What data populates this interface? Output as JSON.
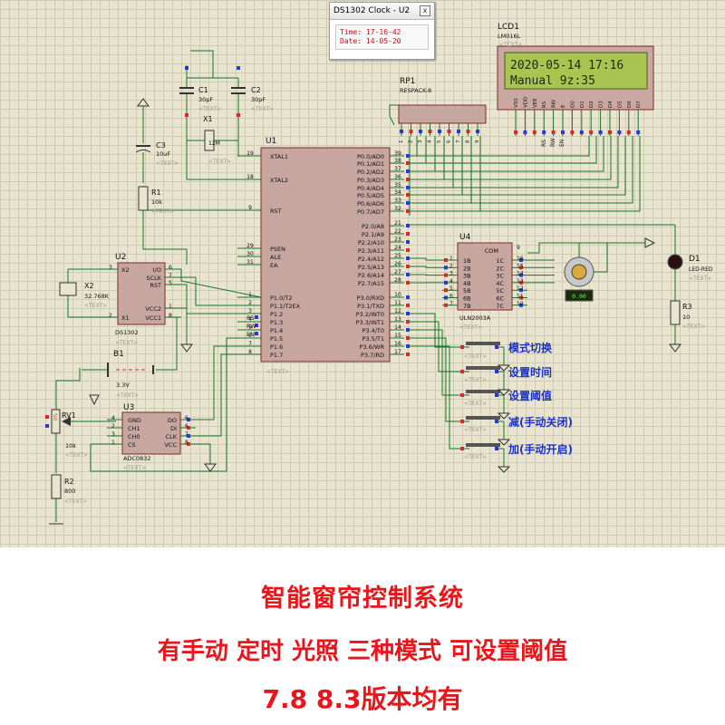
{
  "clock_window": {
    "title": "DS1302 Clock - U2",
    "close": "x",
    "rows": [
      {
        "label": "Time:",
        "value": "17-16-42"
      },
      {
        "label": "Date:",
        "value": "14-05-20"
      }
    ]
  },
  "lcd": {
    "ref": "LCD1",
    "model": "LM016L",
    "text_tag": "<TEXT>",
    "line1": "2020-05-14 17:16",
    "line2": "Manual     9z:35",
    "pins_top": [
      "VSS",
      "VDD",
      "VEE",
      "RS",
      "RW",
      "E",
      "D0",
      "D1",
      "D2",
      "D3",
      "D4",
      "D5",
      "D6",
      "D7"
    ],
    "pins_bottom": [
      "RS",
      "RW",
      "EN"
    ]
  },
  "resistor_pack": {
    "ref": "RP1",
    "model": "RESPACK-8",
    "pins": [
      "1",
      "2",
      "3",
      "4",
      "5",
      "6",
      "7",
      "8",
      "9"
    ]
  },
  "mcu": {
    "ref": "U1",
    "left_pins": [
      {
        "num": "19",
        "name": "XTAL1"
      },
      {
        "num": "18",
        "name": "XTAL2"
      },
      {
        "num": "9",
        "name": "RST"
      },
      {
        "num": "29",
        "name": "PSEN"
      },
      {
        "num": "30",
        "name": "ALE"
      },
      {
        "num": "31",
        "name": "EA"
      },
      {
        "num": "1",
        "name": "P1.0/T2"
      },
      {
        "num": "2",
        "name": "P1.1/T2EX"
      },
      {
        "num": "3",
        "name": "P1.2"
      },
      {
        "num": "4",
        "name": "P1.3"
      },
      {
        "num": "5",
        "name": "P1.4"
      },
      {
        "num": "6",
        "name": "P1.5"
      },
      {
        "num": "7",
        "name": "P1.6"
      },
      {
        "num": "8",
        "name": "P1.7"
      }
    ],
    "right_pins": [
      {
        "num": "39",
        "name": "P0.0/AD0"
      },
      {
        "num": "38",
        "name": "P0.1/AD1"
      },
      {
        "num": "37",
        "name": "P0.2/AD2"
      },
      {
        "num": "36",
        "name": "P0.3/AD3"
      },
      {
        "num": "35",
        "name": "P0.4/AD4"
      },
      {
        "num": "34",
        "name": "P0.5/AD5"
      },
      {
        "num": "33",
        "name": "P0.6/AD6"
      },
      {
        "num": "32",
        "name": "P0.7/AD7"
      },
      {
        "num": "21",
        "name": "P2.0/A8"
      },
      {
        "num": "22",
        "name": "P2.1/A9"
      },
      {
        "num": "23",
        "name": "P2.2/A10"
      },
      {
        "num": "24",
        "name": "P2.3/A11"
      },
      {
        "num": "25",
        "name": "P2.4/A12"
      },
      {
        "num": "26",
        "name": "P2.5/A13"
      },
      {
        "num": "27",
        "name": "P2.6/A14"
      },
      {
        "num": "28",
        "name": "P2.7/A15"
      },
      {
        "num": "10",
        "name": "P3.0/RXD"
      },
      {
        "num": "11",
        "name": "P3.1/TXD"
      },
      {
        "num": "12",
        "name": "P3.2/INT0"
      },
      {
        "num": "13",
        "name": "P3.3/INT1"
      },
      {
        "num": "14",
        "name": "P3.4/T0"
      },
      {
        "num": "15",
        "name": "P3.5/T1"
      },
      {
        "num": "16",
        "name": "P3.6/WR"
      },
      {
        "num": "17",
        "name": "P3.7/RD"
      }
    ],
    "net_labels": [
      "RS",
      "RW",
      "EN"
    ]
  },
  "driver": {
    "ref": "U4",
    "model": "ULN2003A",
    "com_label": "COM",
    "com_pin": "9",
    "inputs": [
      {
        "num": "1",
        "name": "1B"
      },
      {
        "num": "2",
        "name": "2B"
      },
      {
        "num": "3",
        "name": "3B"
      },
      {
        "num": "4",
        "name": "4B"
      },
      {
        "num": "5",
        "name": "5B"
      },
      {
        "num": "6",
        "name": "6B"
      },
      {
        "num": "7",
        "name": "7B"
      }
    ],
    "outputs": [
      {
        "num": "16",
        "name": "1C"
      },
      {
        "num": "15",
        "name": "2C"
      },
      {
        "num": "14",
        "name": "3C"
      },
      {
        "num": "13",
        "name": "4C"
      },
      {
        "num": "12",
        "name": "5C"
      },
      {
        "num": "11",
        "name": "6C"
      },
      {
        "num": "10",
        "name": "7C"
      }
    ]
  },
  "motor_readout": "0.00",
  "rtc": {
    "ref": "U2",
    "model": "DS1302",
    "left_pins": [
      {
        "num": "3",
        "name": "X2"
      },
      {
        "num": "2",
        "name": "X1"
      }
    ],
    "right_pins": [
      {
        "num": "6",
        "name": "I/O"
      },
      {
        "num": "7",
        "name": "SCLK"
      },
      {
        "num": "5",
        "name": "RST"
      },
      {
        "num": "1",
        "name": "VCC2"
      },
      {
        "num": "8",
        "name": "VCC1"
      }
    ]
  },
  "adc": {
    "ref": "U3",
    "model": "ADC0832",
    "left_pins": [
      {
        "num": "4",
        "name": "GND"
      },
      {
        "num": "2",
        "name": "CH1"
      },
      {
        "num": "3",
        "name": "CH0"
      },
      {
        "num": "1",
        "name": "CS"
      }
    ],
    "right_pins": [
      {
        "num": "6",
        "name": "DO"
      },
      {
        "num": "6",
        "name": "DI"
      },
      {
        "num": "7",
        "name": "CLK"
      },
      {
        "num": "8",
        "name": "VCC"
      }
    ]
  },
  "parts": {
    "c1": {
      "ref": "C1",
      "value": "30pF"
    },
    "c2": {
      "ref": "C2",
      "value": "30pF"
    },
    "x1": {
      "ref": "X1",
      "value": "12M"
    },
    "c3": {
      "ref": "C3",
      "value": "10uF"
    },
    "r1": {
      "ref": "R1",
      "value": "10k"
    },
    "x2": {
      "ref": "X2",
      "value": "32.768K"
    },
    "b1": {
      "ref": "B1",
      "value": "3.3V"
    },
    "rv1": {
      "ref": "RV1",
      "value": "10k",
      "wiper": "0%"
    },
    "r2": {
      "ref": "R2",
      "value": "800"
    },
    "d1": {
      "ref": "D1",
      "value": "LED-RED"
    },
    "r3": {
      "ref": "R3",
      "value": "10"
    }
  },
  "text_tag": "<TEXT>",
  "buttons": [
    "模式切换",
    "设置时间",
    "设置阈值",
    "减(手动关闭)",
    "加(手动开启)"
  ],
  "captions": {
    "line1": "智能窗帘控制系统",
    "line2": "有手动 定时 光照  三种模式  可设置阈值",
    "line3": "7.8 8.3版本均有"
  },
  "colors": {
    "sheet": "#e8e4d0",
    "wire": "#14742a",
    "body": "#c8a6a0",
    "body_stroke": "#7a2c28",
    "lcd_bg": "#aac452",
    "lcd_text": "#1a2a0a",
    "button_text": "#1b32c8",
    "caption": "#e8151b"
  }
}
